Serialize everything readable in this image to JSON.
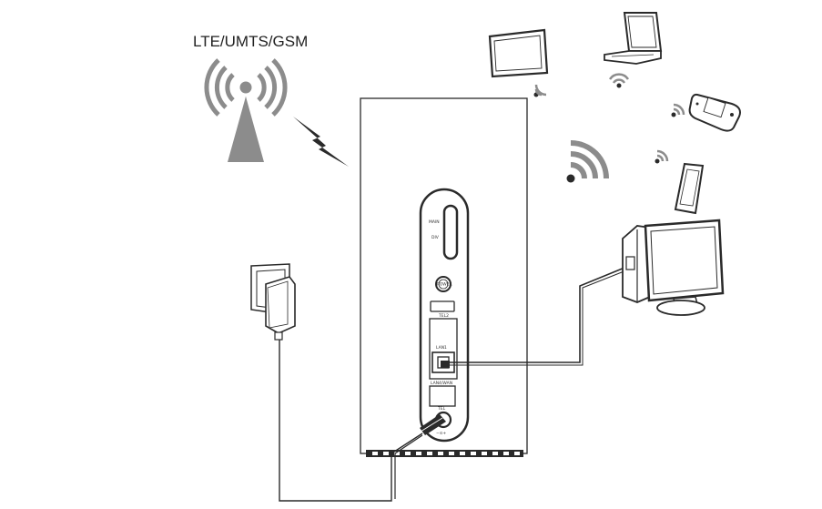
{
  "network_label": "LTE/UMTS/GSM",
  "router_port_labels": {
    "main": "MAIN",
    "div": "DIV",
    "power_button": "POWER",
    "tel2": "TEL2",
    "lan1": "LAN1",
    "lan_wan": "LAN4/WAN",
    "tel": "TEL",
    "power_polarity": "−⊙+"
  },
  "colors": {
    "stroke": "#2a2a2a",
    "fill_gray": "#8c8c8c",
    "screen_gray": "#e9e9e9"
  },
  "icons": [
    "cell-tower-icon",
    "lightning-icon",
    "router",
    "tablet-icon",
    "laptop-icon",
    "game-console-icon",
    "smartphone-icon",
    "desktop-computer-icon",
    "wall-outlet-icon",
    "power-adapter-icon",
    "wifi-signal-icon"
  ]
}
